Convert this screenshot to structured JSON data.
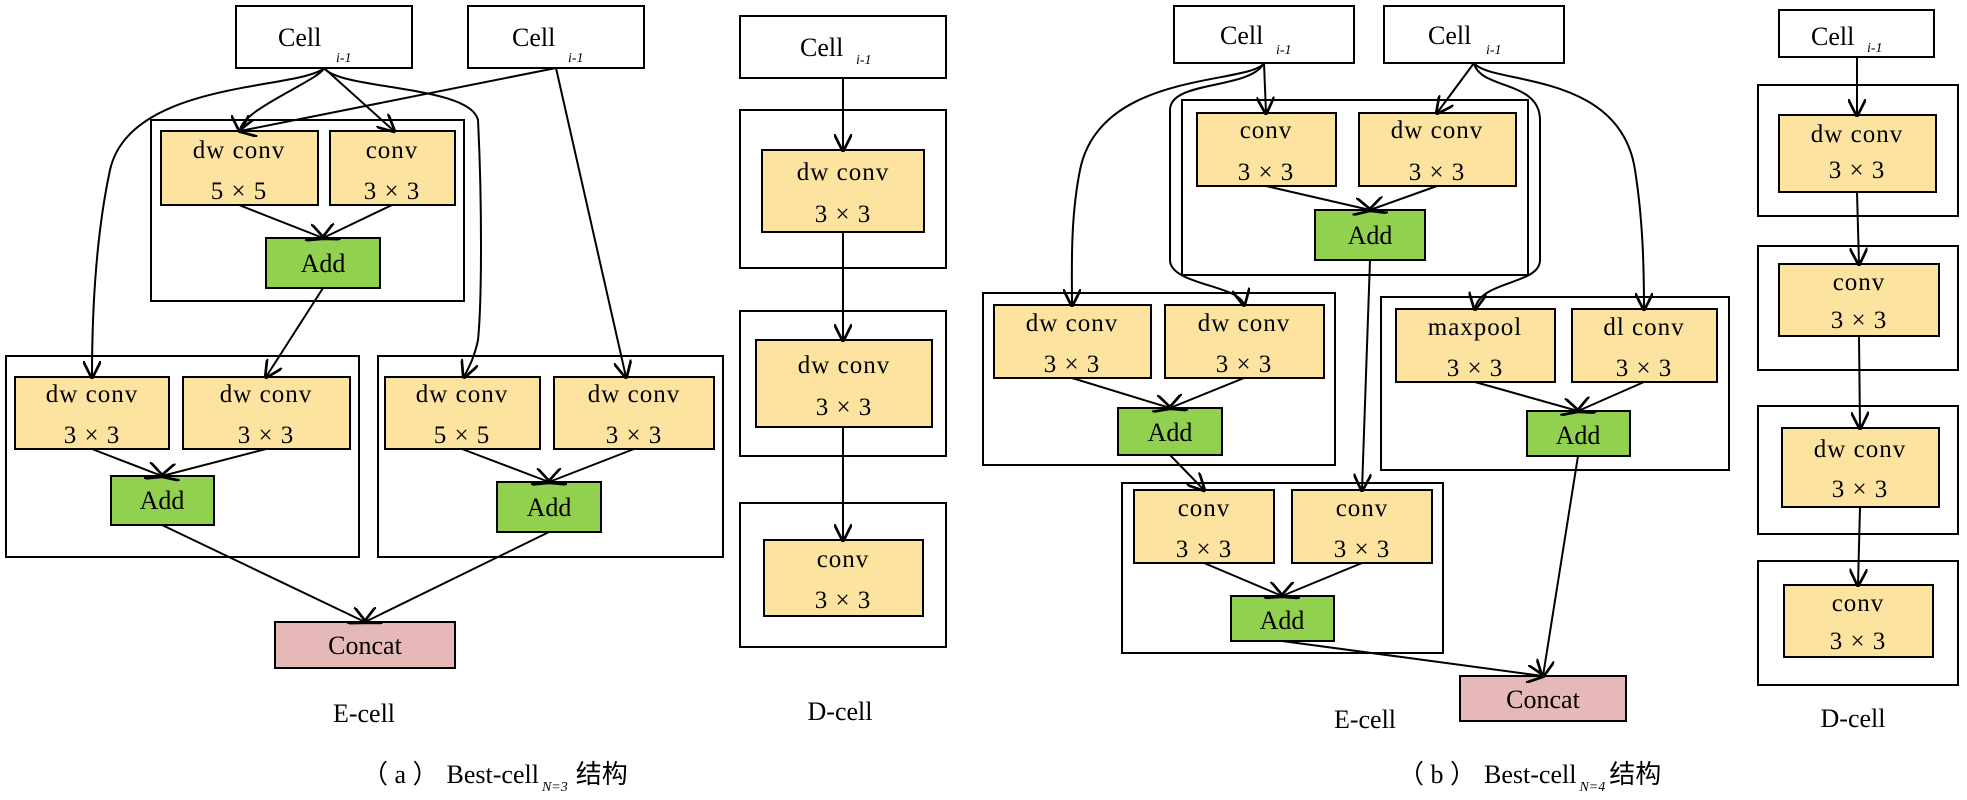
{
  "cells": {
    "cell_label": "Cell",
    "cell_sub": "i-1"
  },
  "ops": {
    "dwconv": "dw  conv",
    "conv": "conv",
    "maxpool": "maxpool",
    "dlconv": "dl conv",
    "k3": "3 × 3",
    "k5": "5 × 5",
    "add": "Add",
    "concat": "Concat"
  },
  "labels": {
    "ecell_a": "E-cell",
    "dcell_a": "D-cell",
    "ecell_b": "E-cell",
    "dcell_b": "D-cell"
  },
  "captions": {
    "a_prefix": "（ a ）",
    "a_title": "Best-cell",
    "a_sub": "N=3",
    "a_suffix": "结构",
    "b_prefix": "（ b ）",
    "b_title": "Best-cell",
    "b_sub": "N=4",
    "b_suffix": "结构"
  },
  "colors": {
    "conv_fill": "#fde3a0",
    "add_fill": "#92d050",
    "concat_fill": "#e6b9b8"
  }
}
